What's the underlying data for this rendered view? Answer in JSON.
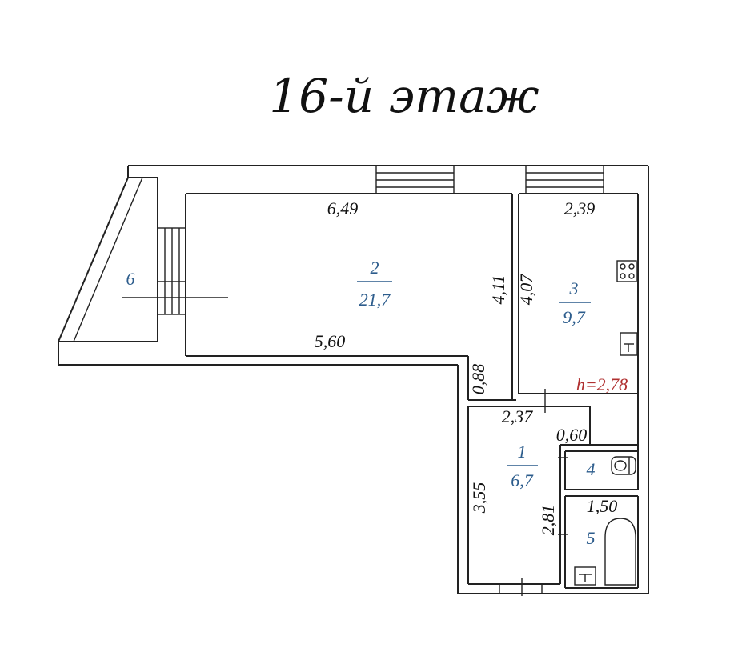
{
  "title": "16-й этаж",
  "rooms": [
    {
      "number": "1",
      "area": "6,7"
    },
    {
      "number": "2",
      "area": "21,7"
    },
    {
      "number": "3",
      "area": "9,7"
    },
    {
      "number": "4"
    },
    {
      "number": "5"
    },
    {
      "number": "6"
    }
  ],
  "dimensions": {
    "living_top": "6,49",
    "living_bottom": "5,60",
    "living_right": "4,11",
    "kitchen_top": "2,39",
    "kitchen_left": "4,07",
    "passage_width": "0,88",
    "hall_top": "2,37",
    "wc_width": "0,60",
    "hall_left": "3,55",
    "bath_height": "2,81",
    "bath_width": "1,50"
  },
  "ceiling_height": "h=2,78",
  "icons": [
    "stove-icon",
    "sink-icon",
    "toilet-icon",
    "bathtub-icon",
    "washbasin-icon",
    "window-icon",
    "door-icon"
  ]
}
